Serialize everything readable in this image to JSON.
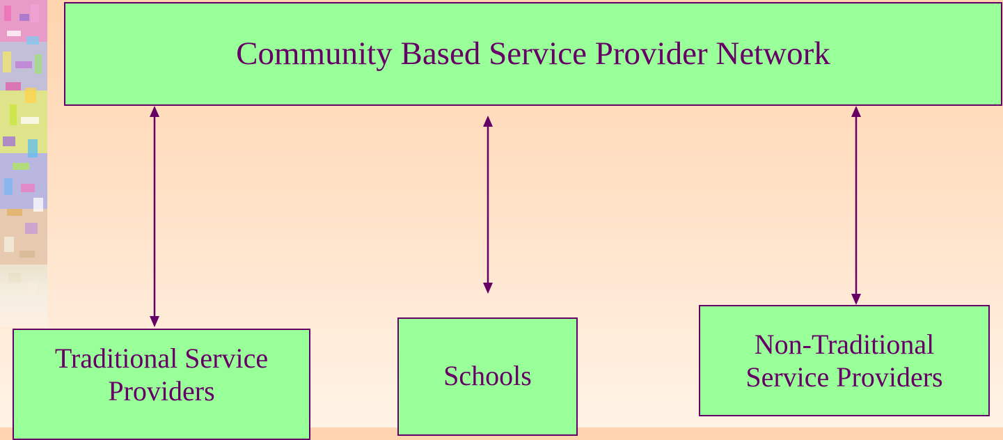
{
  "diagram": {
    "main_node": {
      "label": "Community Based Service Provider Network"
    },
    "nodes": [
      {
        "id": "traditional",
        "label": "Traditional Service\nProviders"
      },
      {
        "id": "schools",
        "label": "Schools"
      },
      {
        "id": "non_traditional",
        "label": "Non-Traditional\nService Providers"
      }
    ],
    "edges": [
      {
        "from": "main_node",
        "to": "traditional",
        "direction": "bidirectional"
      },
      {
        "from": "main_node",
        "to": "schools",
        "direction": "bidirectional"
      },
      {
        "from": "main_node",
        "to": "non_traditional",
        "direction": "bidirectional"
      }
    ],
    "colors": {
      "box_fill": "#99ff99",
      "box_border": "#660066",
      "text": "#660066",
      "arrow": "#660066",
      "background_top": "#ffd4ae",
      "background_bottom": "#fff3e6"
    }
  }
}
